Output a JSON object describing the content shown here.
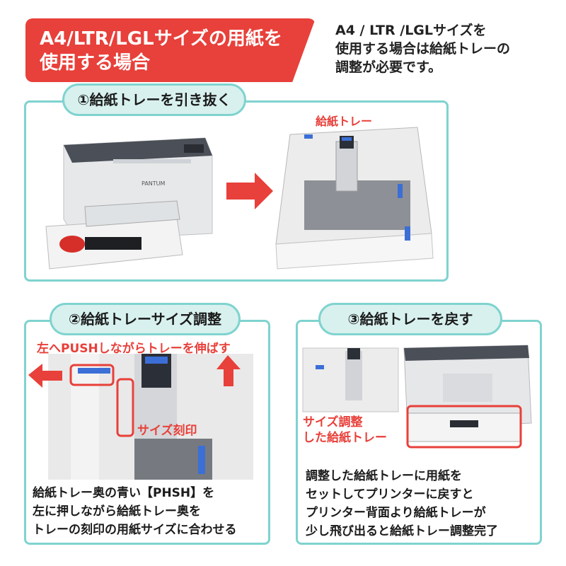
{
  "header": {
    "banner_line1": "A4/LTR/LGLサイズの用紙を",
    "banner_line2": "使用する場合",
    "note_line1": "A4 / LTR /LGLサイズを",
    "note_line2": "使用する場合は給紙トレーの",
    "note_line3": "調整が必要です。"
  },
  "step1": {
    "title": "①給紙トレーを引き抜く",
    "tray_label": "給紙トレー",
    "printer_brand": "PANTUM"
  },
  "step2": {
    "title": "②給紙トレーサイズ調整",
    "instruction": "左へPUSHしながらトレーを伸ばす",
    "mark_label": "サイズ刻印",
    "desc_line1": "給紙トレー奥の青い【PHSH】を",
    "desc_line2": "左に押しながら給紙トレー奥を",
    "desc_line3": "トレーの刻印の用紙サイズに合わせる"
  },
  "step3": {
    "title": "③給紙トレーを戻す",
    "adjusted_label_line1": "サイズ調整",
    "adjusted_label_line2": "した給紙トレー",
    "desc_line1": "調整した給紙トレーに用紙を",
    "desc_line2": "セットしてプリンターに戻すと",
    "desc_line3": "プリンター背面より給紙トレーが",
    "desc_line4": "少し飛び出ると給紙トレー調整完了"
  },
  "colors": {
    "accent_red": "#e8403a",
    "panel_border": "#7fd3cf",
    "pill_fill": "#d8f1ee",
    "push_blue": "#3b6fd6"
  }
}
